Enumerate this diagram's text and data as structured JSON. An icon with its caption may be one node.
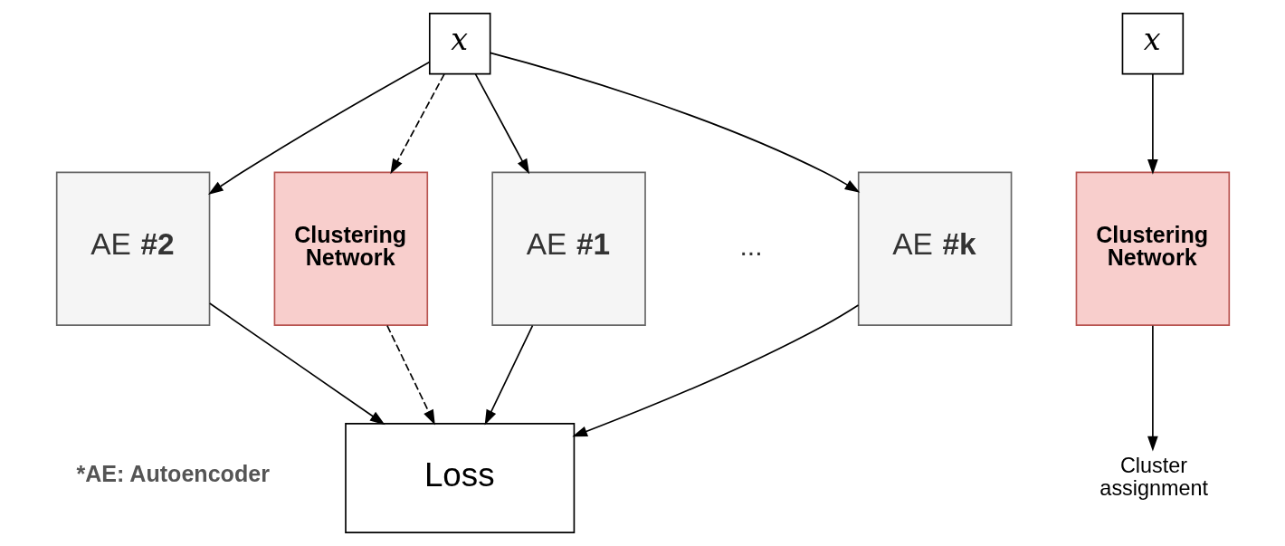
{
  "diagram": {
    "nodes": [
      {
        "text": [
          "x"
        ]
      },
      {
        "text": [
          "AE **#1**"
        ]
      },
      {
        "text": [
          "AE **#2**"
        ]
      },
      {
        "text": [
          "AE **#k**"
        ]
      },
      {
        "text": [
          "Clustering Network"
        ]
      },
      {
        "text": [
          "Loss"
        ]
      },
      {
        "text": [
          "x"
        ]
      },
      {
        "text": [
          "Clustering Network"
        ]
      },
      {
        "text": [
          "Cluster assignment"
        ]
      }
    ],
    "edges": [
      {
        "from": 0,
        "to": 1,
        "arrow": "to"
      },
      {
        "from": 0,
        "to": 2,
        "arrow": "to"
      },
      {
        "from": 0,
        "to": 3,
        "arrow": "to"
      },
      {
        "from": 0,
        "to": 4,
        "arrow": "to",
        "style": "dashed"
      },
      {
        "from": 1,
        "to": 5,
        "arrow": "to"
      },
      {
        "from": 2,
        "to": 5,
        "arrow": "to"
      },
      {
        "from": 3,
        "to": 5,
        "arrow": "to"
      },
      {
        "from": 4,
        "to": 5,
        "arrow": "to",
        "style": "dashed"
      },
      {
        "from": 6,
        "to": 7,
        "arrow": "to"
      },
      {
        "from": 7,
        "to": 8,
        "arrow": "to"
      }
    ],
    "labels": [
      "...",
      "*AE: Autoencoder"
    ]
  }
}
